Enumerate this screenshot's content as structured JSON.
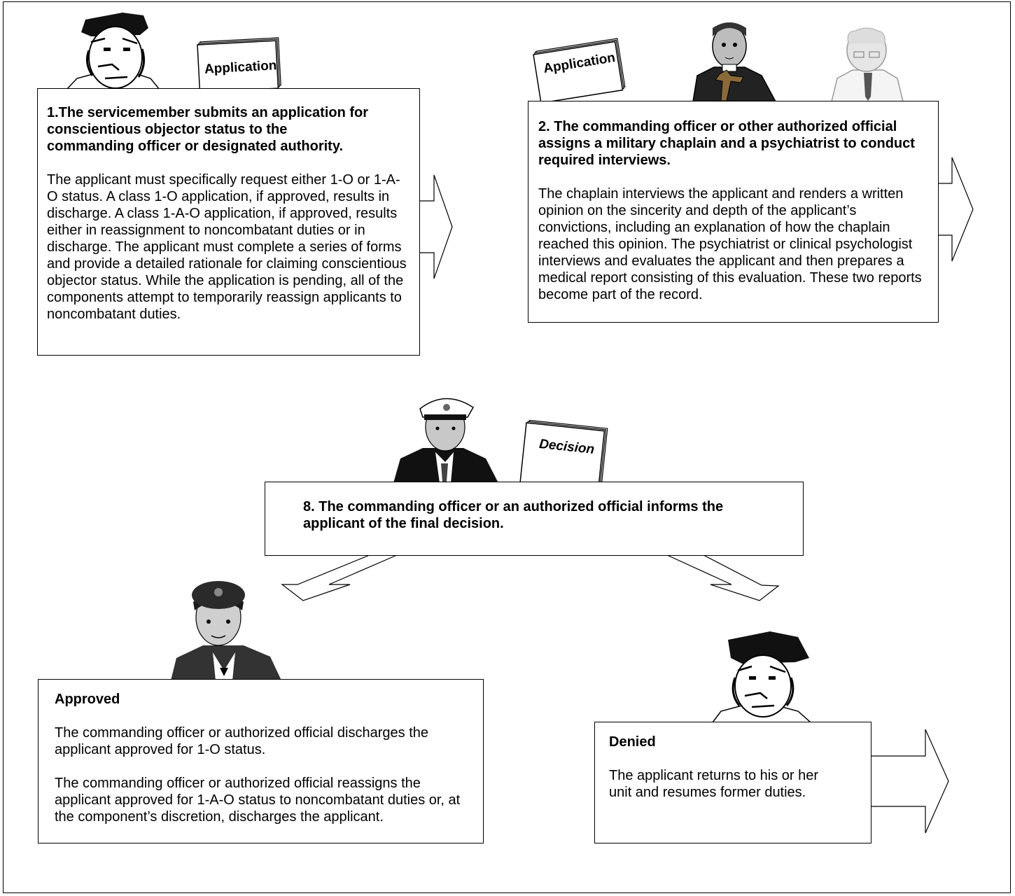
{
  "steps": {
    "step1": {
      "title": "1.The servicemember submits an application for conscientious objector status to the commanding officer or designated authority.",
      "body": "The applicant must specifically request either 1-O or 1-A-O status. A class 1-O application, if approved, results in discharge. A class 1-A-O application, if approved, results either in reassignment to noncombatant duties or in discharge. The applicant must complete a series of forms and provide a detailed rationale for claiming conscientious objector status. While the application is pending, all of the components attempt to temporarily reassign applicants to noncombatant duties.",
      "document_label": "Application"
    },
    "step2": {
      "title": "2. The commanding officer or other authorized official assigns a military chaplain and a psychiatrist to conduct required interviews.",
      "body": "The chaplain interviews the applicant and renders a written opinion on the sincerity and depth of the applicant’s convictions, including an explanation of how the chaplain reached this opinion. The psychiatrist or clinical psychologist interviews and evaluates the applicant and then prepares a medical report consisting of this evaluation. These two reports become part of the record.",
      "document_label": "Application"
    },
    "step8": {
      "title": "8. The commanding officer or an authorized official informs the applicant of the final decision.",
      "document_label": "Decision"
    },
    "approved": {
      "title": "Approved",
      "para1": "The commanding officer or authorized official discharges the applicant approved for 1-O status.",
      "para2": "The commanding officer or authorized official reassigns the applicant approved for 1-A-O status to noncombatant duties or, at the component’s discretion, discharges the applicant."
    },
    "denied": {
      "title": "Denied",
      "body": "The applicant returns to his or her unit and resumes former duties."
    }
  },
  "icons": [
    "sailor-icon",
    "chaplain-icon",
    "psychiatrist-icon",
    "naval-officer-icon",
    "female-officer-icon",
    "document-icon"
  ]
}
